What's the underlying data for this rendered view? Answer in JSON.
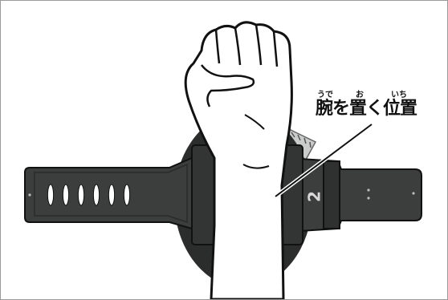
{
  "callout": {
    "label": "腕を置く位置",
    "ruby": [
      "うで",
      "お",
      "いち"
    ]
  },
  "band": {
    "number_mark": "2",
    "slot_count": 6
  },
  "colors": {
    "band": "#3c3e3d",
    "band_dark": "#2b2d2c",
    "outline": "#111111",
    "dial": "#c9cccb",
    "slot": "#ffffff",
    "frame": "#9a9a9a"
  }
}
